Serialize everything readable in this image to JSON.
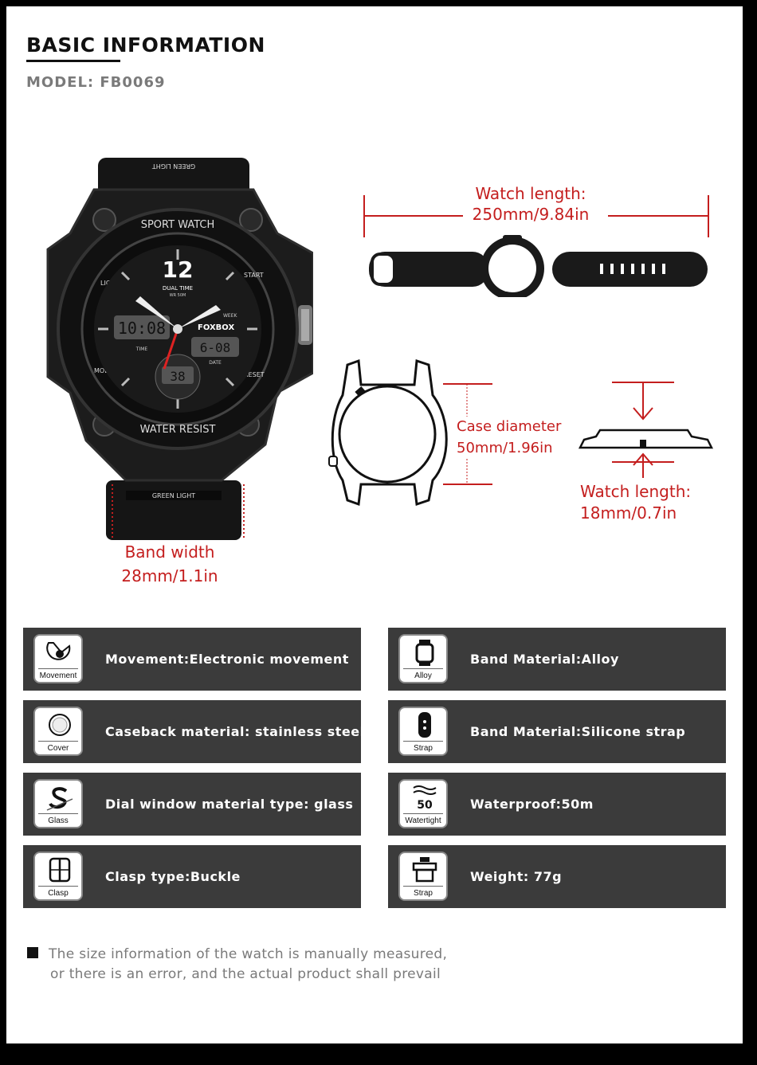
{
  "header": {
    "title": "BASIC INFORMATION",
    "model": "MODEL: FB0069"
  },
  "watch_face_text": {
    "top_ring": "SPORT WATCH",
    "bottom_ring": "WATER RESIST",
    "hour_marker": "12",
    "dual_time": "DUAL TIME",
    "wr": "WR 50M",
    "brand": "FOXBOX",
    "week": "WEEK",
    "time_label": "TIME",
    "date_label": "DATE",
    "lcd_left": "10:08",
    "lcd_right": "6-08",
    "lcd_bottom": "38",
    "light": "LIGHT",
    "start": "START",
    "mode": "MODE",
    "reset": "RESET",
    "strap_top": "GREEN LIGHT",
    "strap_bottom": "GREEN LIGHT"
  },
  "dimensions": {
    "band_width_label": "Band width",
    "band_width_value": "28mm/1.1in",
    "watch_length_label": "Watch length:",
    "watch_length_value": "250mm/9.84in",
    "case_diameter_label": "Case diameter",
    "case_diameter_value": "50mm/1.96in",
    "thickness_label": "Watch length:",
    "thickness_value": "18mm/0.7in"
  },
  "specs": [
    {
      "icon": "movement-icon",
      "badge": "Movement",
      "text": "Movement:Electronic movement"
    },
    {
      "icon": "alloy-icon",
      "badge": "Alloy",
      "text": "Band Material:Alloy"
    },
    {
      "icon": "cover-icon",
      "badge": "Cover",
      "text": "Caseback material: stainless steel"
    },
    {
      "icon": "strap-icon",
      "badge": "Strap",
      "text": "Band Material:Silicone strap"
    },
    {
      "icon": "glass-icon",
      "badge": "Glass",
      "text": "Dial window material type: glass"
    },
    {
      "icon": "watertight-icon",
      "badge": "Watertight",
      "badge_number": "50",
      "text": "Waterproof:50m"
    },
    {
      "icon": "clasp-icon",
      "badge": "Clasp",
      "text": "Clasp type:Buckle"
    },
    {
      "icon": "weight-icon",
      "badge": "Strap",
      "text": "Weight: 77g"
    }
  ],
  "note": {
    "line1": "The size information of the watch is manually measured,",
    "line2": "or there is an error, and the actual product shall prevail"
  },
  "colors": {
    "accent_red": "#c41e1e",
    "card_bg": "#3b3b3b",
    "muted_text": "#7a7a7a"
  }
}
